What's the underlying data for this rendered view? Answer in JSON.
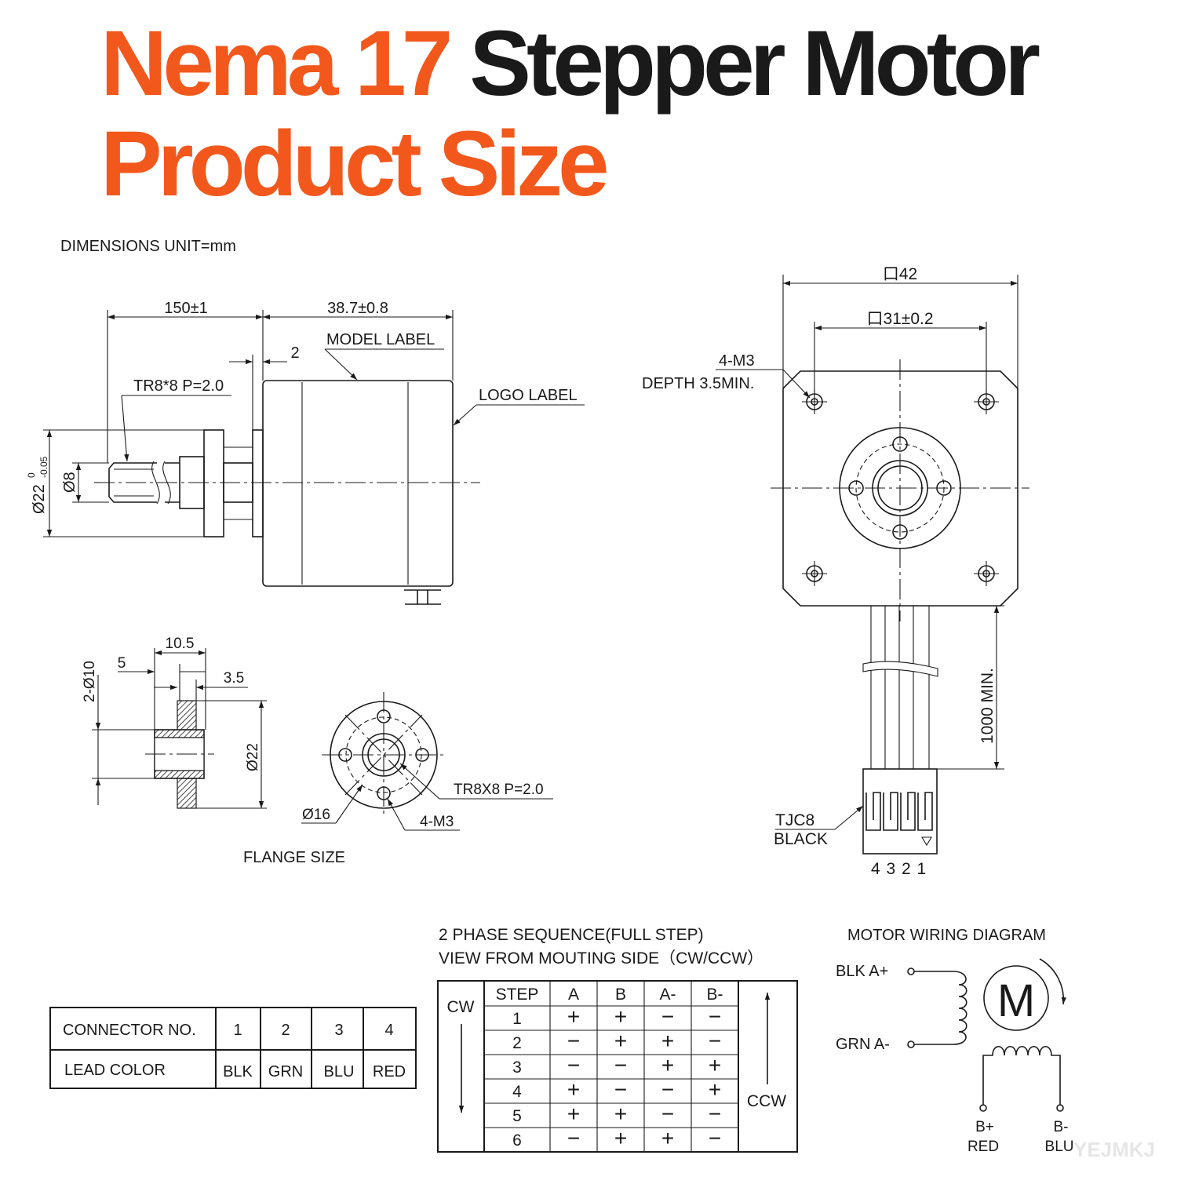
{
  "title": {
    "line1_orange": "Nema 17",
    "line1_dark": "Stepper Motor",
    "line2": "Product Size"
  },
  "colors": {
    "accent": "#f2581c",
    "ink": "#1a1a1a",
    "background": "#ffffff"
  },
  "dimensions_note": "DIMENSIONS UNIT=mm",
  "side_view": {
    "lead_screw_length": "150±1",
    "body_length": "38.7±0.8",
    "flange_gap": "2",
    "model_label": "MODEL LABEL",
    "logo_label": "LOGO LABEL",
    "screw_spec": "TR8*8 P=2.0",
    "boss_diameter": "Ø22",
    "boss_tol_upper": "0",
    "boss_tol_lower": "-0.05",
    "screw_diameter": "Ø8"
  },
  "front_view": {
    "body_size": "口42",
    "hole_spacing": "口31±0.2",
    "holes": "4-M3",
    "depth": "DEPTH 3.5MIN.",
    "cable_length": "1000 MIN.",
    "connector_type": "TJC8",
    "connector_color": "BLACK",
    "pin_numbers": "4 3 2 1"
  },
  "flange": {
    "width": "10.5",
    "offset": "5",
    "thickness": "3.5",
    "holes": "2-Ø10",
    "diameter": "Ø22",
    "pcd": "Ø16",
    "thread": "TR8X8 P=2.0",
    "mount_holes": "4-M3",
    "caption": "FLANGE SIZE"
  },
  "connector_table": {
    "row1_label": "CONNECTOR NO.",
    "row2_label": "LEAD COLOR",
    "numbers": [
      "1",
      "2",
      "3",
      "4"
    ],
    "colors": [
      "BLK",
      "GRN",
      "BLU",
      "RED"
    ]
  },
  "phase_table": {
    "title_line1": "2 PHASE SEQUENCE(FULL STEP)",
    "title_line2": "VIEW FROM MOUTING SIDE（CW/CCW）",
    "cw": "CW",
    "ccw": "CCW",
    "headers": [
      "STEP",
      "A",
      "B",
      "A-",
      "B-"
    ],
    "rows": [
      [
        "1",
        "+",
        "+",
        "−",
        "−"
      ],
      [
        "2",
        "−",
        "+",
        "+",
        "−"
      ],
      [
        "3",
        "−",
        "−",
        "+",
        "+"
      ],
      [
        "4",
        "+",
        "−",
        "−",
        "+"
      ],
      [
        "5",
        "+",
        "+",
        "−",
        "−"
      ],
      [
        "6",
        "−",
        "+",
        "+",
        "−"
      ]
    ]
  },
  "wiring": {
    "title": "MOTOR WIRING  DIAGRAM",
    "a_plus": "BLK  A+",
    "a_minus": "GRN  A-",
    "motor_symbol": "M",
    "b_plus": "B+",
    "b_plus_color": "RED",
    "b_minus": "B-",
    "b_minus_color": "BLU"
  },
  "watermark": "YEJMKJ"
}
